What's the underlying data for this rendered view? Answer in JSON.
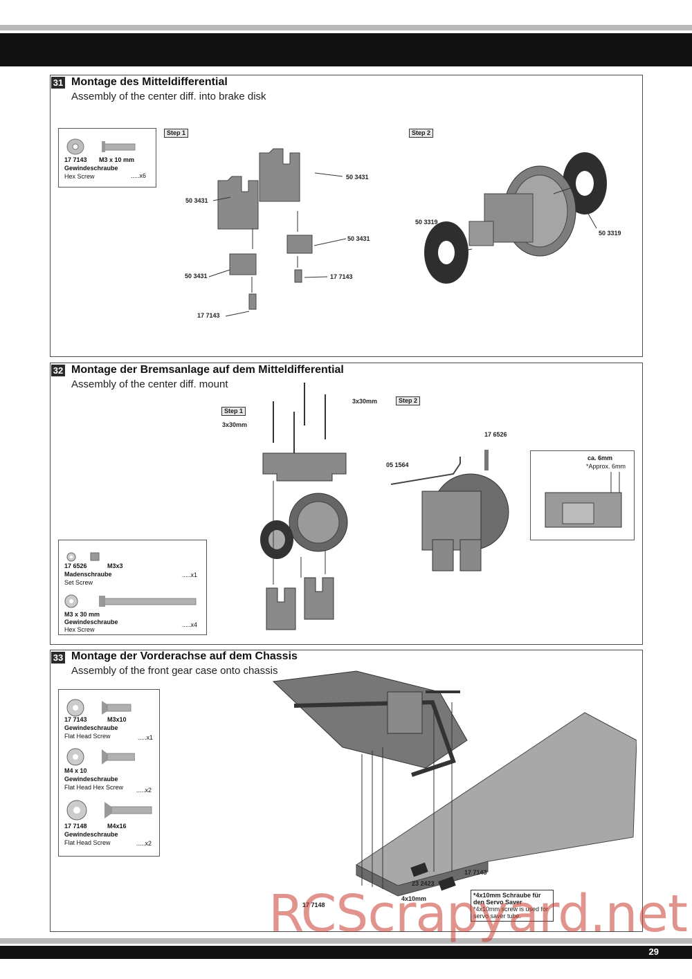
{
  "page_number": "29",
  "watermark": "RCScrapyard.net",
  "sections": {
    "s31": {
      "number": "31",
      "title_de": "Montage des Mitteldifferential",
      "title_en": "Assembly of the center diff. into brake disk",
      "parts": [
        {
          "id": "17 7143",
          "size": "M3 x 10 mm",
          "name_de": "Gewindeschraube",
          "name_en": "Hex Screw",
          "qty": ".....x6"
        }
      ],
      "step1": "Step 1",
      "step2": "Step 2",
      "callouts": [
        "50 3431",
        "50 3431",
        "50 3431",
        "50 3431",
        "17 7143",
        "17 7143",
        "50 3319",
        "50 3319"
      ]
    },
    "s32": {
      "number": "32",
      "title_de": "Montage der Bremsanlage auf dem Mitteldifferential",
      "title_en": "Assembly of the center diff. mount",
      "step1": "Step 1",
      "step2": "Step 2",
      "callouts": [
        "3x30mm",
        "3x30mm",
        "17 6526",
        "05 1564"
      ],
      "detail_de": "ca. 6mm",
      "detail_en": "*Approx. 6mm",
      "parts": [
        {
          "id": "17 6526",
          "size": "M3x3",
          "name_de": "Madenschraube",
          "name_en": "Set Screw",
          "qty": ".....x1"
        },
        {
          "id": "M3 x 30 mm",
          "size": "",
          "name_de": "Gewindeschraube",
          "name_en": "Hex Screw",
          "qty": ".....x4"
        }
      ]
    },
    "s33": {
      "number": "33",
      "title_de": "Montage der Vorderachse auf dem Chassis",
      "title_en": "Assembly of the front gear case onto chassis",
      "parts": [
        {
          "id": "17 7143",
          "size": "M3x10",
          "name_de": "Gewindeschraube",
          "name_en": "Flat Head Screw",
          "qty": ".....x1"
        },
        {
          "id": "M4  x 10",
          "size": "",
          "name_de": "Gewindeschraube",
          "name_en": "Flat Head Hex Screw",
          "qty": ".....x2"
        },
        {
          "id": "17 7148",
          "size": "M4x16",
          "name_de": "Gewindeschraube",
          "name_en": "Flat Head Screw",
          "qty": ".....x2"
        }
      ],
      "callouts": [
        "17 7143",
        "23 2423",
        "4x10mm",
        "17 7148"
      ],
      "note_de": "*4x10mm Schraube für den Servo Saver",
      "note_en": "*4x10mm screw is used for servo saver tube."
    }
  }
}
